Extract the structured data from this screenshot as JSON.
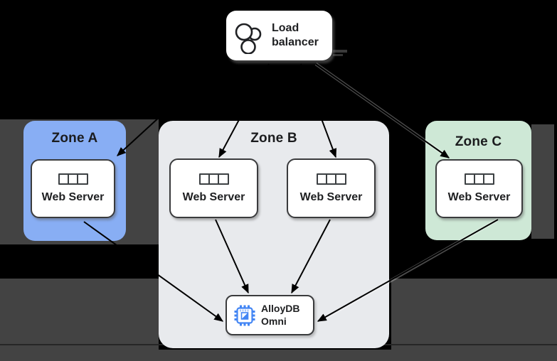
{
  "load_balancer": {
    "label": "Load balancer",
    "icon": "load-balancer-circles-icon"
  },
  "zones": [
    {
      "title": "Zone A",
      "color": "#88AEF4",
      "servers": [
        {
          "label": "Web Server",
          "icon": "server-rack-icon"
        }
      ]
    },
    {
      "title": "Zone B",
      "color": "#E8EAED",
      "servers": [
        {
          "label": "Web Server",
          "icon": "server-rack-icon"
        },
        {
          "label": "Web Server",
          "icon": "server-rack-icon"
        }
      ]
    },
    {
      "title": "Zone C",
      "color": "#CEE8D6",
      "servers": [
        {
          "label": "Web Server",
          "icon": "server-rack-icon"
        }
      ]
    }
  ],
  "database": {
    "label": "AlloyDB Omni",
    "icon": "chip-icon",
    "icon_color": "#4285F4"
  },
  "connections": [
    {
      "from": "load-balancer",
      "to": "zone-a-web-server"
    },
    {
      "from": "load-balancer",
      "to": "zone-b-web-server-1"
    },
    {
      "from": "load-balancer",
      "to": "zone-b-web-server-2"
    },
    {
      "from": "load-balancer",
      "to": "zone-c-web-server"
    },
    {
      "from": "zone-a-web-server",
      "to": "alloydb-omni"
    },
    {
      "from": "zone-b-web-server-1",
      "to": "alloydb-omni"
    },
    {
      "from": "zone-b-web-server-2",
      "to": "alloydb-omni"
    },
    {
      "from": "zone-c-web-server",
      "to": "alloydb-omni"
    }
  ],
  "colors": {
    "background": "#000000",
    "background_band": "#434343",
    "zone_a": "#88AEF4",
    "zone_b": "#E8EAED",
    "zone_c": "#CEE8D6",
    "node_fill": "#FFFFFF",
    "node_border": "#3A3B3D",
    "text": "#1E1F21",
    "arrow": "#000000",
    "chip_blue": "#4285F4"
  }
}
